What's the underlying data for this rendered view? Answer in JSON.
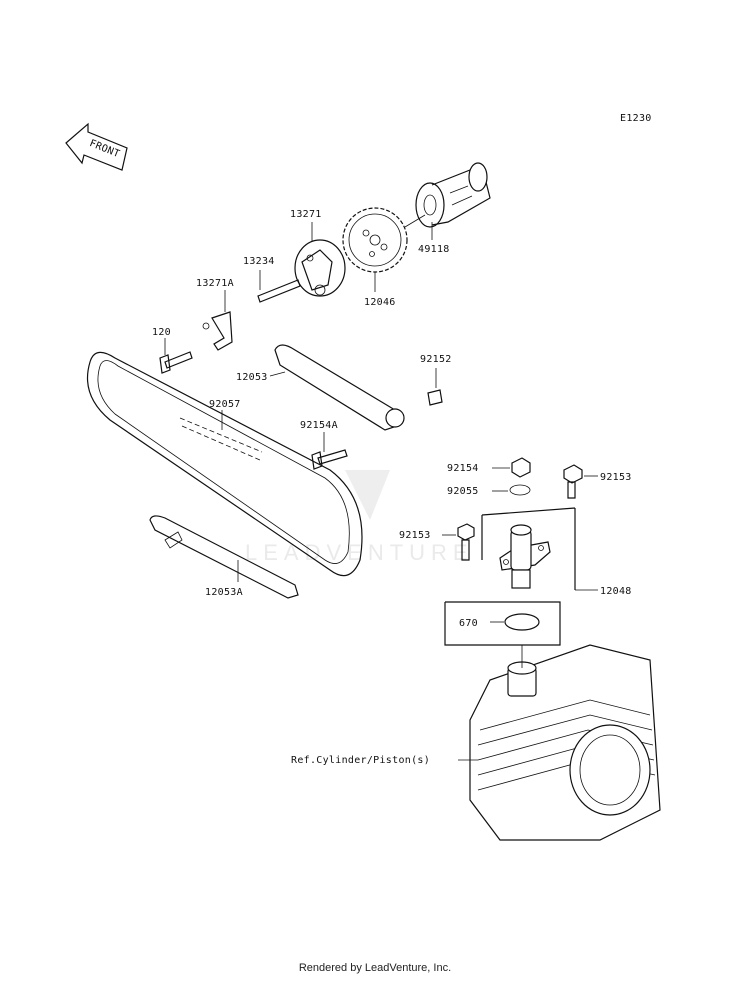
{
  "diagram": {
    "code": "E1230",
    "front_label": "FRONT",
    "watermark": "LEADVENTURE",
    "parts": {
      "p49118": "49118",
      "p13271": "13271",
      "p12046": "12046",
      "p13234": "13234",
      "p13271A": "13271A",
      "p120": "120",
      "p12053": "12053",
      "p92152": "92152",
      "p92057": "92057",
      "p92154A": "92154A",
      "p92154": "92154",
      "p92153a": "92153",
      "p92055": "92055",
      "p92153b": "92153",
      "p12048": "12048",
      "p670": "670",
      "p12053A": "12053A",
      "ref_cylinder": "Ref.Cylinder/Piston(s)"
    }
  },
  "footer": {
    "credit": "Rendered by LeadVenture, Inc."
  }
}
